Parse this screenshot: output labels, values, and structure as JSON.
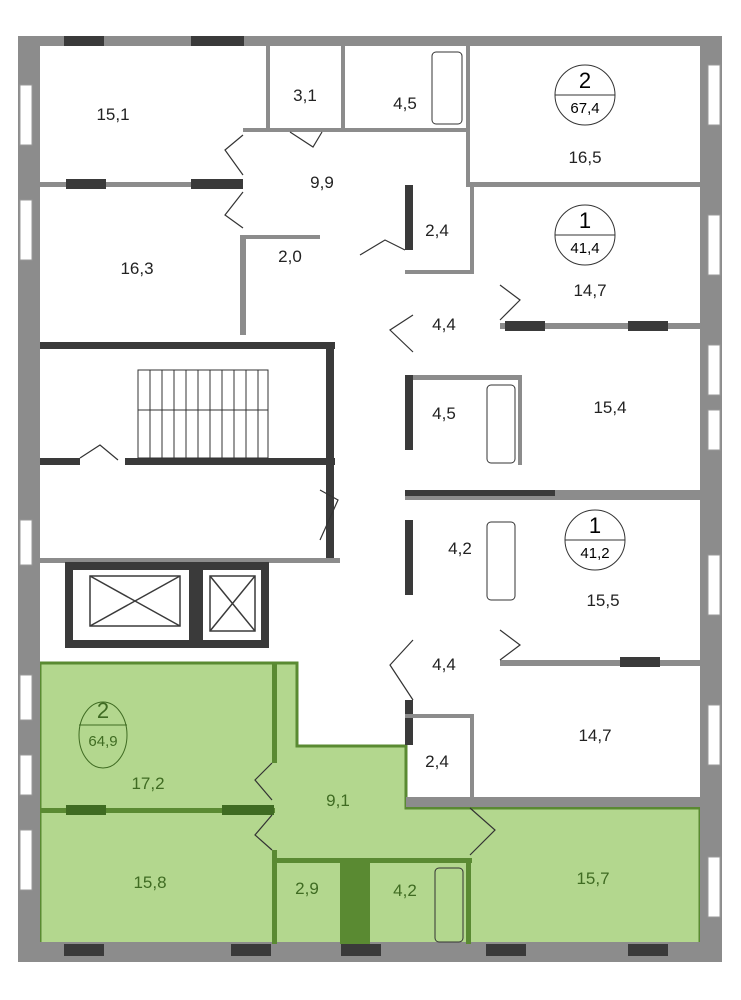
{
  "colors": {
    "wall": "#8c8c8c",
    "wall_dark": "#3a3a3a",
    "highlight_fill": "#b3d78e",
    "highlight_stroke": "#5a8a32",
    "highlight_text": "#3f6b22"
  },
  "apartments": [
    {
      "rooms_label": "2",
      "area": "67,4"
    },
    {
      "rooms_label": "1",
      "area": "41,4"
    },
    {
      "rooms_label": "1",
      "area": "41,2"
    },
    {
      "rooms_label": "2",
      "area": "64,9",
      "highlighted": true
    }
  ],
  "rooms": {
    "r15_1": "15,1",
    "r3_1": "3,1",
    "r4_5a": "4,5",
    "r16_5": "16,5",
    "r9_9": "9,9",
    "r16_3": "16,3",
    "r2_0": "2,0",
    "r2_4a": "2,4",
    "r14_7a": "14,7",
    "r4_4a": "4,4",
    "r4_5b": "4,5",
    "r15_4": "15,4",
    "r4_2a": "4,2",
    "r15_5": "15,5",
    "r4_4b": "4,4",
    "r2_4b": "2,4",
    "r14_7b": "14,7",
    "r17_2": "17,2",
    "r9_1": "9,1",
    "r15_8": "15,8",
    "r2_9": "2,9",
    "r4_2b": "4,2",
    "r15_7": "15,7"
  }
}
